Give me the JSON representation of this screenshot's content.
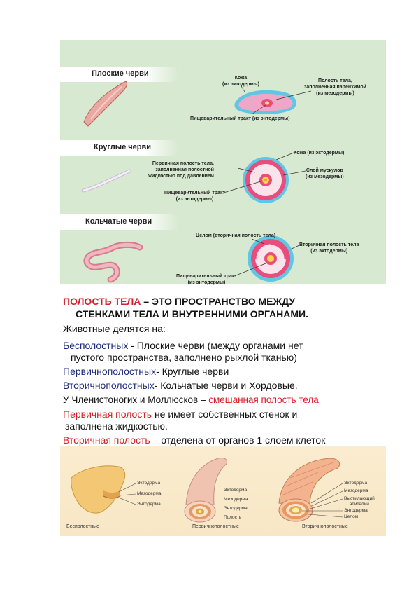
{
  "top_panel": {
    "flat": {
      "title": "Плоские черви",
      "skin": "Кожа\n(из эктодермы)",
      "cavity": "Полость тела,\nзаполненная паренхимой\n(из мезодермы)",
      "gut": "Пищеварительный тракт (из энтодермы)"
    },
    "round": {
      "title": "Круглые черви",
      "primary_cavity": "Первичная полость тела,\nзаполненная полостной\nжидкостью под давлением",
      "skin": "Кожа (из эктодермы)",
      "muscle": "Слой мускулов\n(из мезодермы)",
      "gut": "Пищеварительный тракт\n(из энтодермы)"
    },
    "ringed": {
      "title": "Кольчатые черви",
      "coelom": "Целом (вторичная полость тела)",
      "secondary": "Вторичная полость тела\n(из эктодермы)",
      "gut": "Пищеварительный тракт\n(из энтодермы)"
    }
  },
  "text": {
    "l1_a": "ПОЛОСТЬ ТЕЛА",
    "l1_b": " – ЭТО ПРОСТРАНСТВО МЕЖДУ",
    "l2": "СТЕНКАМИ ТЕЛА И ВНУТРЕННИМИ ОРГАНАМИ.",
    "l3": "Животные делятся на:",
    "l4_a": "Бесполостных",
    "l4_b": " - Плоские черви (между органами нет",
    "l5": "пустого пространства, заполнено рыхлой тканью)",
    "l6_a": "Первичнополостных",
    "l6_b": "- Круглые  черви",
    "l7_a": "Вторичнополостных",
    "l7_b": "- Кольчатые черви и Хордовые.",
    "l8_a": " У Членистоногих и Моллюсков – ",
    "l8_b": "смешанная полость тела",
    "l9_a": "Первичная полость",
    "l9_b": " не имеет собственных стенок и",
    "l10": "заполнена жидкостью.",
    "l11_a": "Вторичная полость",
    "l11_b": " – отделена от органов 1 слоем клеток"
  },
  "bottom_panel": {
    "fig1": {
      "labels": [
        "Эктодерма",
        "Мезодерма",
        "Энтодерма"
      ],
      "caption": "Бесполостные"
    },
    "fig2": {
      "labels": [
        "Эктодерма",
        "Мезодерма",
        "Энтодерма",
        "Полость"
      ],
      "caption": "Первичнополостные"
    },
    "fig3": {
      "labels": [
        "Эктодерма",
        "Мезодерма",
        "Выстилающий",
        "эпителий",
        "Энтодерма",
        "Целом"
      ],
      "caption": "Вторичнополостные"
    }
  }
}
